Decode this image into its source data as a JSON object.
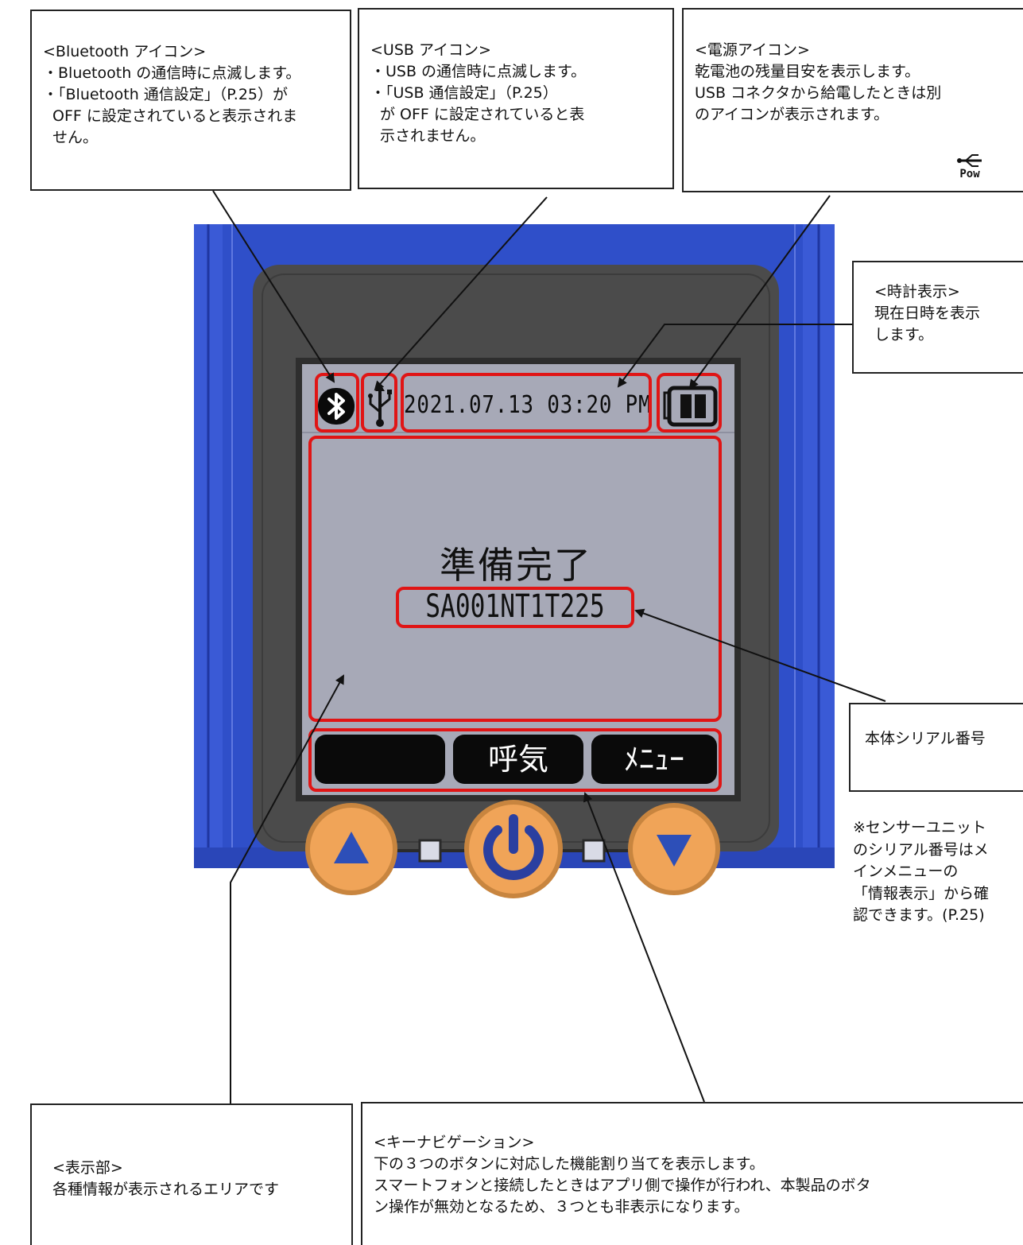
{
  "callouts": {
    "bluetooth": {
      "title": "<Bluetooth アイコン>",
      "line1": "・Bluetooth の通信時に点滅します。",
      "line2": "・「Bluetooth 通信設定」（P.25）が",
      "line3": "OFF に設定されていると表示されま",
      "line4": "せん。"
    },
    "usb": {
      "title": "<USB アイコン>",
      "line1": "・USB の通信時に点滅します。",
      "line2": "・「USB 通信設定」（P.25）",
      "line3": "が OFF に設定されていると表",
      "line4": "示されません。"
    },
    "power": {
      "title": "<電源アイコン>",
      "line1": "乾電池の残量目安を表示します。",
      "line2": "USB コネクタから給電したときは別",
      "line3": "のアイコンが表示されます。",
      "icon_label": "Pow",
      "icon": "usb-power-icon"
    },
    "clock": {
      "title": "<時計表示>",
      "line1": "現在日時を表示",
      "line2": "します。"
    },
    "serial": {
      "text": "本体シリアル番号"
    },
    "display": {
      "title": "<表示部>",
      "line1": "各種情報が表示されるエリアです"
    },
    "keynav": {
      "title": "<キーナビゲーション>",
      "line1": "下の３つのボタンに対応した機能割り当てを表示します。",
      "line2": "スマートフォンと接続したときはアプリ側で操作が行われ、本製品のボタ",
      "line3": "ン操作が無効となるため、３つとも非表示になります。"
    }
  },
  "note": {
    "line1": "※センサーユニット",
    "line2": "のシリアル番号はメ",
    "line3": "インメニューの",
    "line4": "「情報表示」から確",
    "line5": "認できます。(P.25)"
  },
  "screen": {
    "clock": "2021.07.13 03:20 PM",
    "status": "準備完了",
    "serial": "SA001NT1T225",
    "softkeys": [
      "",
      "呼気",
      "ﾒﾆｭｰ"
    ],
    "icons": {
      "bluetooth": "bluetooth-icon",
      "usb": "usb-icon",
      "battery": "battery-icon"
    }
  },
  "device": {
    "buttons": {
      "left": "up-triangle-icon",
      "center": "power-icon",
      "right": "down-triangle-icon"
    }
  },
  "colors": {
    "highlight": "#e01515",
    "casing": "#2f4fc9",
    "bezel": "#4a4a4a",
    "lcd": "#a7a9b7",
    "button_face": "#f0a458"
  }
}
